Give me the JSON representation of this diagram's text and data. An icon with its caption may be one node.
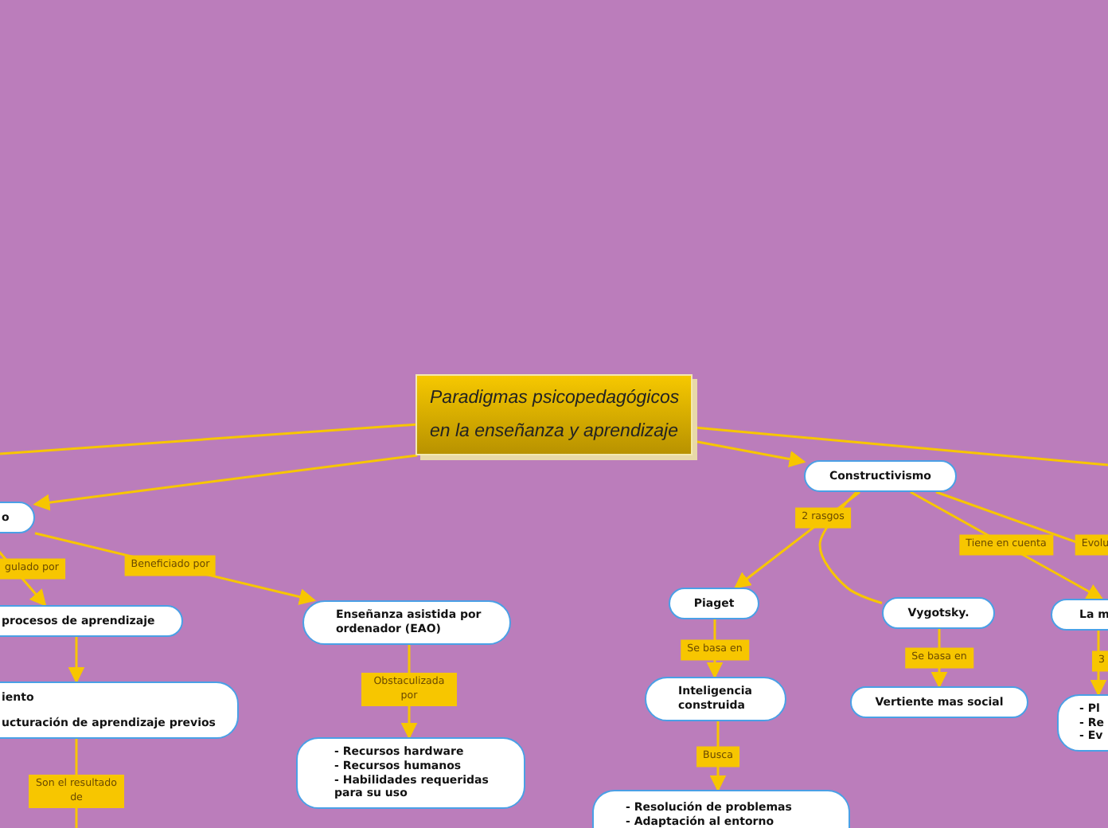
{
  "diagram": {
    "nodes": [
      {
        "text": [
          "Paradigmas psicopedagógicos en la enseñanza y aprendizaje"
        ]
      },
      {
        "text": [
          "o"
        ]
      },
      {
        "text": [
          "procesos de aprendizaje"
        ]
      },
      {
        "text": [
          "iento",
          "ucturación de aprendizaje previos"
        ]
      },
      {
        "text": [
          "Enseñanza asistida por ordenador (EAO)"
        ]
      },
      {
        "text": [
          "- Recursos hardware",
          "- Recursos humanos",
          "- Habilidades requeridas para su uso"
        ]
      },
      {
        "text": [
          "Constructivismo"
        ]
      },
      {
        "text": [
          "Piaget"
        ]
      },
      {
        "text": [
          "Vygotsky."
        ]
      },
      {
        "text": [
          "La m"
        ]
      },
      {
        "text": [
          "Inteligencia construida"
        ]
      },
      {
        "text": [
          "Vertiente mas social"
        ]
      },
      {
        "text": [
          "- Pl",
          "- Re",
          "- Ev"
        ]
      },
      {
        "text": [
          "- Resolución de problemas",
          "- Adaptación al entorno"
        ]
      }
    ],
    "edges": [
      {
        "from": 0,
        "to": null,
        "arrow": "none"
      },
      {
        "from": 0,
        "to": 1,
        "arrow": "to"
      },
      {
        "from": 0,
        "to": 6,
        "arrow": "to"
      },
      {
        "from": 0,
        "to": null,
        "arrow": "none"
      },
      {
        "from": 1,
        "to": 2,
        "label": "gulado por",
        "arrow": "to"
      },
      {
        "from": 1,
        "to": 4,
        "label": "Beneficiado por",
        "arrow": "to"
      },
      {
        "from": 2,
        "to": 3,
        "arrow": "to"
      },
      {
        "from": 3,
        "to": null,
        "label": "Son el resultado de",
        "arrow": "none"
      },
      {
        "from": 4,
        "to": 5,
        "label": "Obstaculizada por",
        "arrow": "to"
      },
      {
        "from": 6,
        "to": 7,
        "label": "2 rasgos",
        "arrow": "to"
      },
      {
        "from": 6,
        "to": 8,
        "arrow": "none"
      },
      {
        "from": 6,
        "to": 9,
        "label": "Tiene en cuenta",
        "arrow": "to"
      },
      {
        "from": 6,
        "to": null,
        "label": "Evolu",
        "arrow": "none"
      },
      {
        "from": 7,
        "to": 10,
        "label": "Se basa en",
        "arrow": "to"
      },
      {
        "from": 8,
        "to": 11,
        "label": "Se basa en",
        "arrow": "to"
      },
      {
        "from": 9,
        "to": 12,
        "label": "3",
        "arrow": "to"
      },
      {
        "from": 10,
        "to": 13,
        "label": "Busca",
        "arrow": "to"
      }
    ]
  }
}
